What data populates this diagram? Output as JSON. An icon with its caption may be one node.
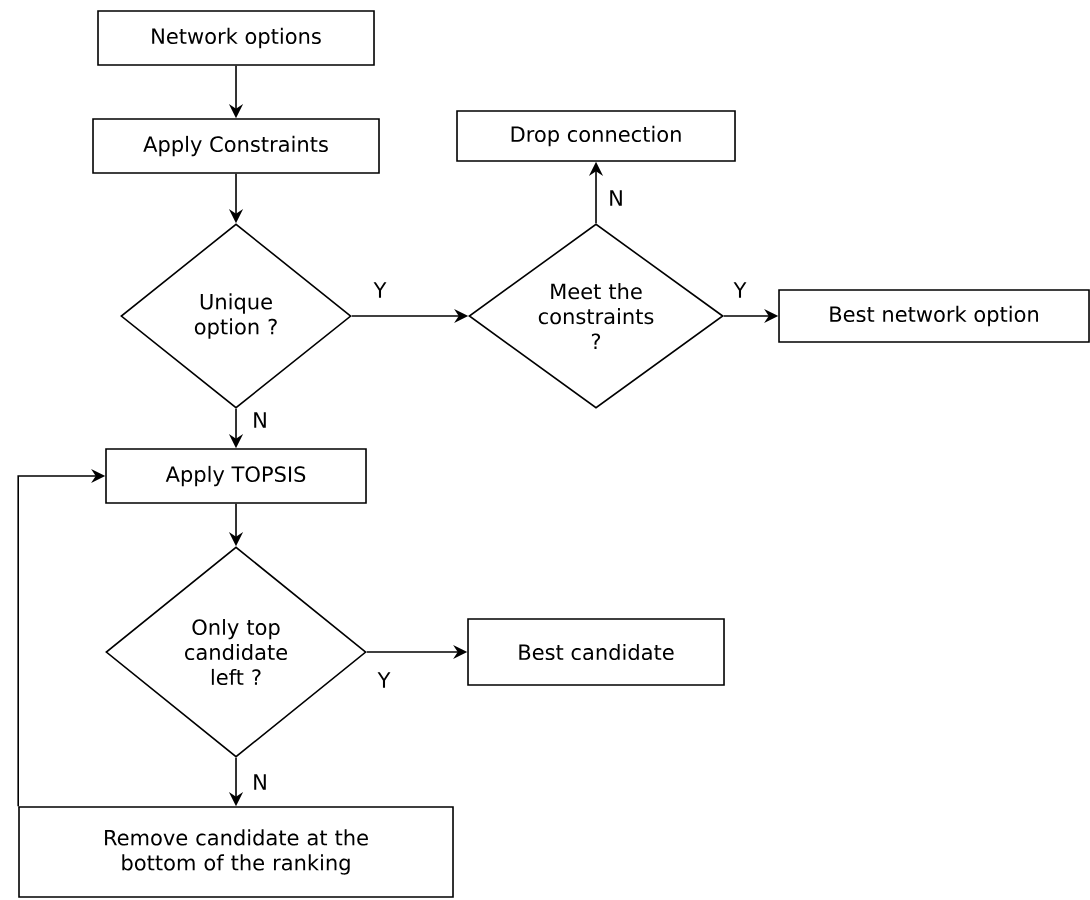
{
  "diagram": {
    "nodes": [
      {
        "text": [
          "Network options"
        ]
      },
      {
        "text": [
          "Apply Constraints"
        ]
      },
      {
        "text": [
          "Unique option ?"
        ]
      },
      {
        "text": [
          "Meet the constraints ?"
        ]
      },
      {
        "text": [
          "Drop connection"
        ]
      },
      {
        "text": [
          "Best network option"
        ]
      },
      {
        "text": [
          "Apply TOPSIS"
        ]
      },
      {
        "text": [
          "Only top candidate left ?"
        ]
      },
      {
        "text": [
          "Best candidate"
        ]
      },
      {
        "text": [
          "Remove candidate at the bottom of the ranking"
        ]
      }
    ],
    "edges": [
      {
        "from": 0,
        "to": 1,
        "arrow": "to"
      },
      {
        "from": 1,
        "to": 2,
        "arrow": "to"
      },
      {
        "from": 2,
        "to": 3,
        "arrow": "to",
        "label": "Y"
      },
      {
        "from": 2,
        "to": 6,
        "arrow": "to",
        "label": "N"
      },
      {
        "from": 3,
        "to": 4,
        "arrow": "to",
        "label": "N"
      },
      {
        "from": 3,
        "to": 5,
        "arrow": "to",
        "label": "Y"
      },
      {
        "from": 6,
        "to": 7,
        "arrow": "to"
      },
      {
        "from": 7,
        "to": 8,
        "arrow": "to",
        "label": "Y"
      },
      {
        "from": 7,
        "to": 9,
        "arrow": "to",
        "label": "N"
      },
      {
        "from": 9,
        "to": 6,
        "arrow": "to"
      }
    ]
  }
}
